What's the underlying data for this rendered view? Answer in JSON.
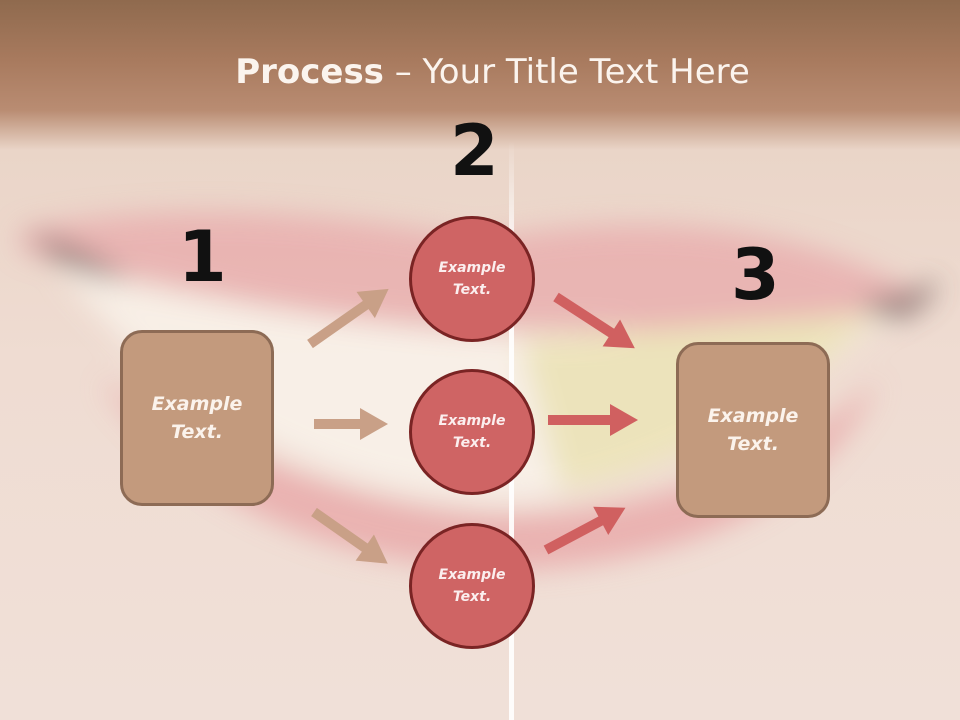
{
  "title": {
    "bold": "Process",
    "rest": " – Your Title Text Here"
  },
  "steps": [
    {
      "number": "1",
      "label": "Example Text."
    },
    {
      "number": "2",
      "circles": [
        "Example Text.",
        "Example Text.",
        "Example Text."
      ]
    },
    {
      "number": "3",
      "label": "Example Text."
    }
  ],
  "colors": {
    "box_fill": "#c39a7d",
    "box_border": "#8d6b55",
    "circle_fill": "#cf6464",
    "circle_border": "#7a2424",
    "left_arrow": "#c9a087",
    "right_arrow": "#d06060"
  }
}
